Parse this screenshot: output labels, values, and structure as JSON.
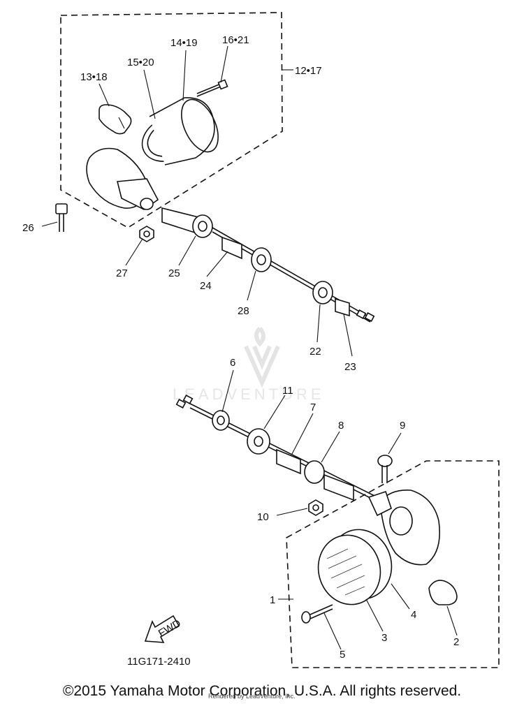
{
  "diagram": {
    "ref_code": "11G171-2410",
    "fwd_label": "FWD",
    "watermark": "LEADVENTURE",
    "callouts": {
      "c1": "1",
      "c2": "2",
      "c3": "3",
      "c4": "4",
      "c5": "5",
      "c6": "6",
      "c7": "7",
      "c8": "8",
      "c9": "9",
      "c10": "10",
      "c11": "11",
      "c12_17": "12•17",
      "c13_18": "13•18",
      "c14_19": "14•19",
      "c15_20": "15•20",
      "c16_21": "16•21",
      "c22": "22",
      "c23": "23",
      "c24": "24",
      "c25": "25",
      "c26": "26",
      "c27": "27",
      "c28": "28"
    }
  },
  "footer": {
    "copyright": "©2015 Yamaha Motor Corporation, U.S.A. All rights reserved.",
    "rendered_by": "Rendered by LeadVenture, Inc."
  }
}
